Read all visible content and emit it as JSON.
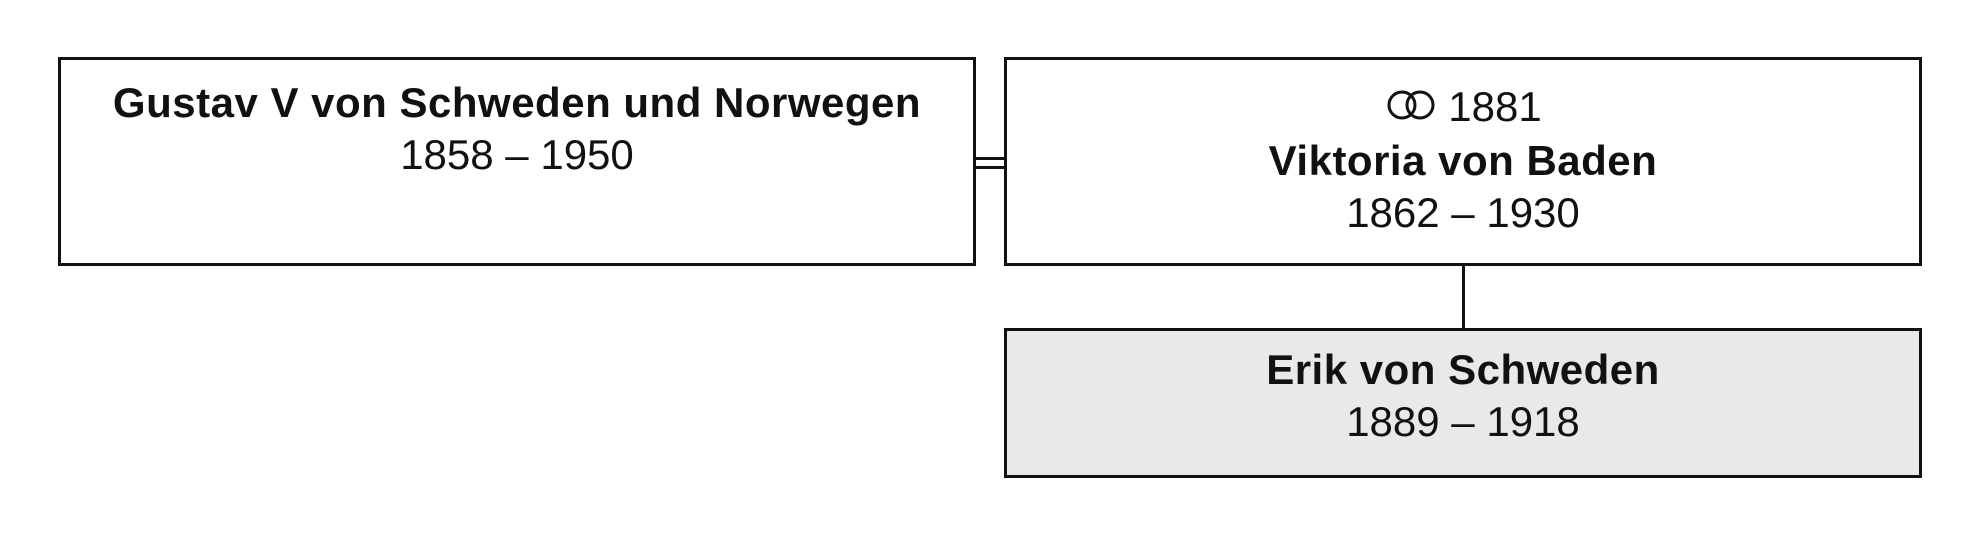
{
  "family": {
    "father": {
      "name": "Gustav V von Schweden und Norwegen",
      "dates": "1858 – 1950"
    },
    "mother": {
      "marriage_icon": "wedding-rings-icon",
      "marriage_year": "1881",
      "name": "Viktoria von Baden",
      "dates": "1862 – 1930"
    },
    "child": {
      "name": "Erik von Schweden",
      "dates": "1889 – 1918",
      "highlight_color": "#e9e9e9"
    }
  }
}
